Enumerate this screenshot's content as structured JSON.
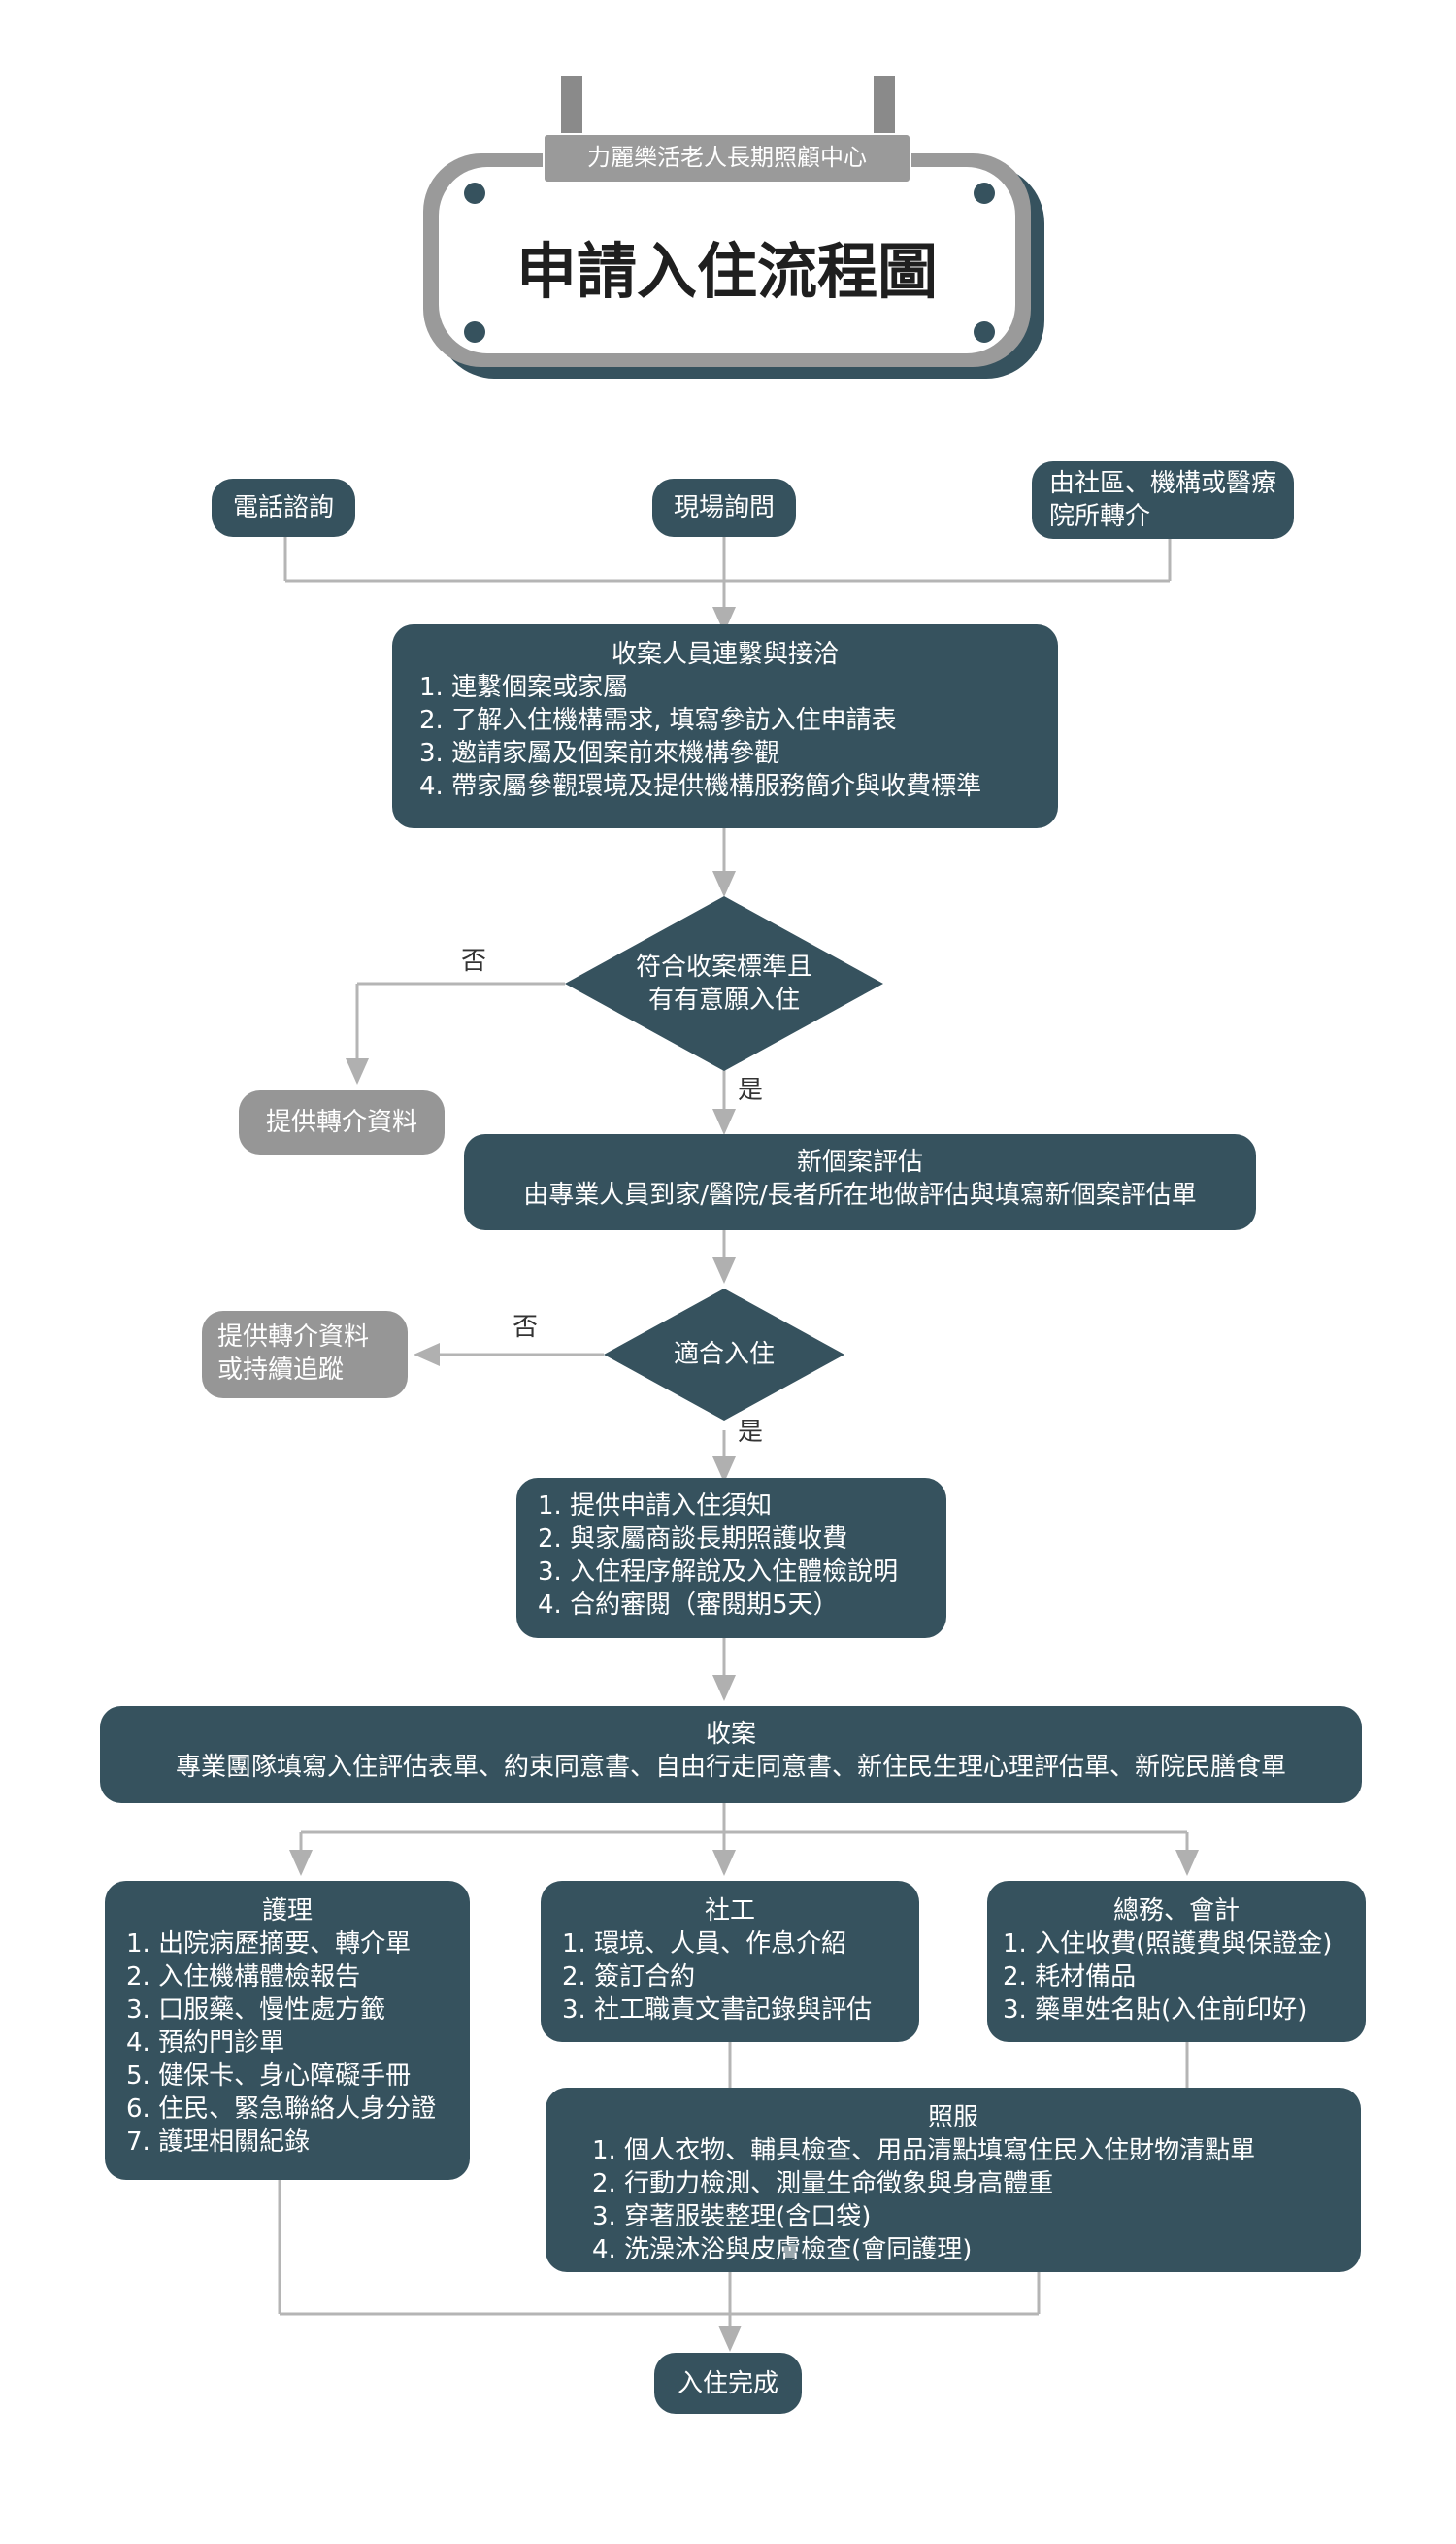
{
  "sign": {
    "subtitle": "力麗樂活老人長期照顧中心",
    "title": "申請入住流程圖"
  },
  "entries": [
    "電話諮詢",
    "現場詢問",
    "由社區、機構或醫療院所轉介"
  ],
  "intake": {
    "title": "收案人員連繫與接洽",
    "items": [
      "1. 連繫個案或家屬",
      "2. 了解入住機構需求, 填寫參訪入住申請表",
      "3. 邀請家屬及個案前來機構參觀",
      "4. 帶家屬參觀環境及提供機構服務簡介與收費標準"
    ]
  },
  "decision1": {
    "text": "符合收案標準且\n有有意願入住",
    "no_label": "否",
    "yes_label": "是",
    "no_result": "提供轉介資料"
  },
  "assessment": {
    "title": "新個案評估",
    "text": "由專業人員到家/醫院/長者所在地做評估與填寫新個案評估單"
  },
  "decision2": {
    "text": "適合入住",
    "no_label": "否",
    "yes_label": "是",
    "no_result": "提供轉介資料\n或持續追蹤"
  },
  "notice": {
    "items": [
      "1. 提供申請入住須知",
      "2. 與家屬商談長期照護收費",
      "3. 入住程序解說及入住體檢說明",
      "4. 合約審閱（審閱期5天）"
    ]
  },
  "admission": {
    "title": "收案",
    "text": "專業團隊填寫入住評估表單、約束同意書、自由行走同意書、新住民生理心理評估單、新院民膳食單"
  },
  "nursing": {
    "title": "護理",
    "items": [
      "1. 出院病歷摘要、轉介單",
      "2. 入住機構體檢報告",
      "3. 口服藥、慢性處方籤",
      "4. 預約門診單",
      "5. 健保卡、身心障礙手冊",
      "6. 住民、緊急聯絡人身分證",
      "7. 護理相關紀錄"
    ]
  },
  "social": {
    "title": "社工",
    "items": [
      "1. 環境、人員、作息介紹",
      "2. 簽訂合約",
      "3. 社工職責文書記錄與評估"
    ]
  },
  "general": {
    "title": "總務、會計",
    "items": [
      "1. 入住收費(照護費與保證金)",
      "2. 耗材備品",
      "3. 藥單姓名貼(入住前印好)"
    ]
  },
  "care": {
    "title": "照服",
    "items": [
      "1. 個人衣物、輔具檢查、用品清點填寫住民入住財物清點單",
      "2. 行動力檢測、測量生命徵象與身高體重",
      "3. 穿著服裝整理(含口袋)",
      "4. 洗澡沐浴與皮膚檢查(會同護理)"
    ]
  },
  "final": {
    "text": "入住完成"
  },
  "colors": {
    "box": "#36525e",
    "grey": "#969696",
    "line": "#b5b5b5"
  }
}
